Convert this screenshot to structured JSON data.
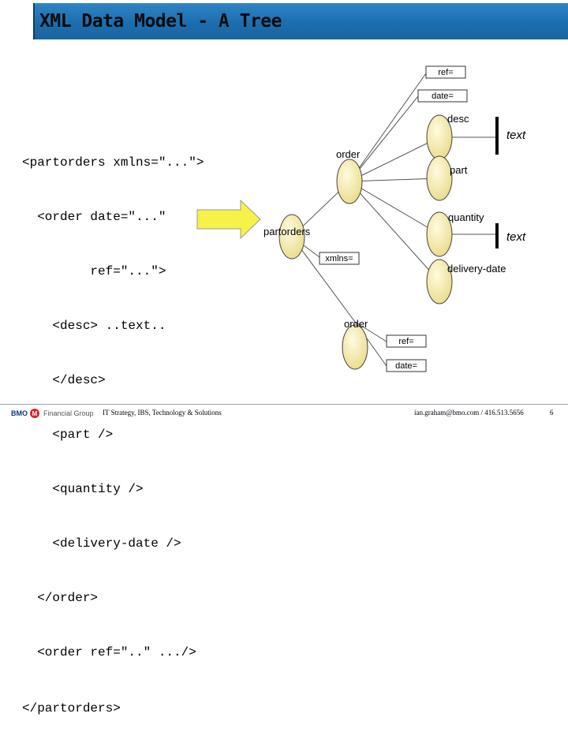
{
  "title": "XML Data Model - A Tree",
  "code_lines": [
    "<partorders xmlns=\"...\">",
    "  <order date=\"...\"",
    "         ref=\"...\">",
    "    <desc> ..text..",
    "    </desc>",
    "    <part />",
    "    <quantity />",
    "    <delivery-date />",
    "  </order>",
    "  <order ref=\"..\" .../>",
    "</partorders>"
  ],
  "tree": {
    "root": "partorders",
    "root_attr": "xmlns=",
    "order1": "order",
    "order1_attrs": [
      "ref=",
      "date="
    ],
    "children": [
      "desc",
      "part",
      "quantity",
      "delivery-date"
    ],
    "text_nodes": [
      "text",
      "text"
    ],
    "order2": "order",
    "order2_attrs": [
      "ref=",
      "date="
    ]
  },
  "footer": {
    "company": "BMO",
    "group": "Financial Group",
    "department": "IT Strategy, IBS, Technology & Solutions",
    "contact": "ian.graham@bmo.com / 416.513.5656",
    "page": "6"
  },
  "colors": {
    "title_bar": "#1b6fb0",
    "node_fill": "#f5eba8",
    "arrow_fill": "#f7f24a"
  }
}
